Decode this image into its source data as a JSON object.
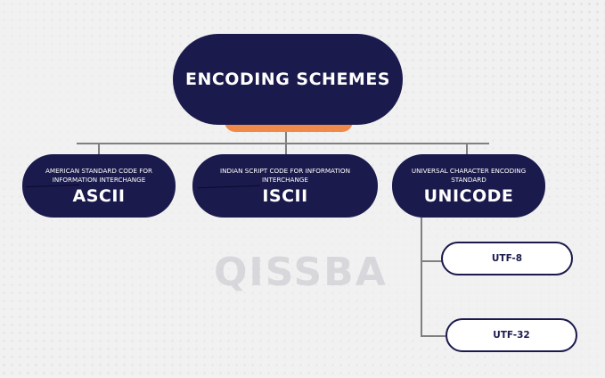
{
  "root": {
    "title": "ENCODING SCHEMES"
  },
  "children": [
    {
      "subtitle": "AMERICAN STANDARD CODE FOR INFORMATION INTERCHANGE",
      "abbr": "ASCII"
    },
    {
      "subtitle": "INDIAN SCRIPT CODE FOR INFORMATION INTERCHANGE",
      "abbr": "ISCII"
    },
    {
      "subtitle": "UNIVERSAL CHARACTER ENCODING STANDARD",
      "abbr": "UNICODE"
    }
  ],
  "unicode_children": [
    {
      "label": "UTF-8"
    },
    {
      "label": "UTF-32"
    }
  ],
  "watermark": "QISSBA",
  "colors": {
    "node": "#1a1a4d",
    "accent": "#f08a4b",
    "connector": "#808080",
    "background": "#f2f1f1"
  }
}
